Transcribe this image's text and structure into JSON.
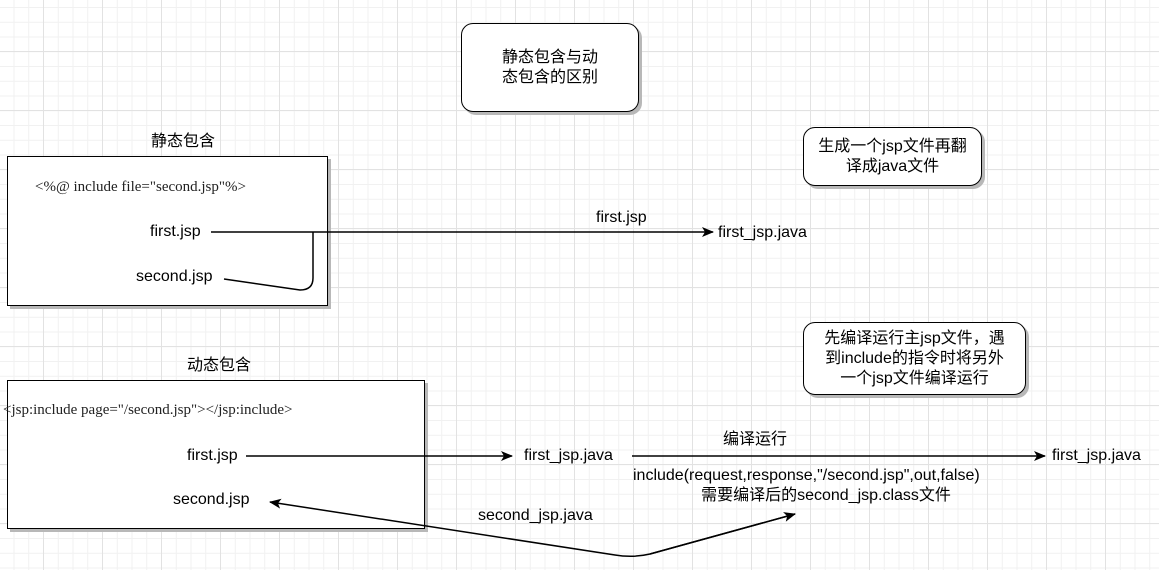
{
  "title_box": {
    "line1": "静态包含与动",
    "line2": "态包含的区别"
  },
  "static_section": {
    "heading": "静态包含",
    "directive": "<%@ include file=\"second.jsp\"%>",
    "first_file": "first.jsp",
    "second_file": "second.jsp",
    "arrow_label": "first.jsp",
    "result": "first_jsp.java",
    "note": {
      "line1": "生成一个jsp文件再翻",
      "line2": "译成java文件"
    }
  },
  "dynamic_section": {
    "heading": "动态包含",
    "directive": "<jsp:include page=\"/second.jsp\"></jsp:include>",
    "first_file": "first.jsp",
    "second_file": "second.jsp",
    "intermediate": "first_jsp.java",
    "compile_label": "编译运行",
    "include_call": "include(request,response,\"/second.jsp\",out,false)",
    "include_note": "需要编译后的second_jsp.class文件",
    "result": "first_jsp.java",
    "return_label": "second_jsp.java",
    "note": {
      "line1": "先编译运行主jsp文件，遇",
      "line2": "到include的指令时将另外",
      "line3": "一个jsp文件编译运行"
    }
  }
}
